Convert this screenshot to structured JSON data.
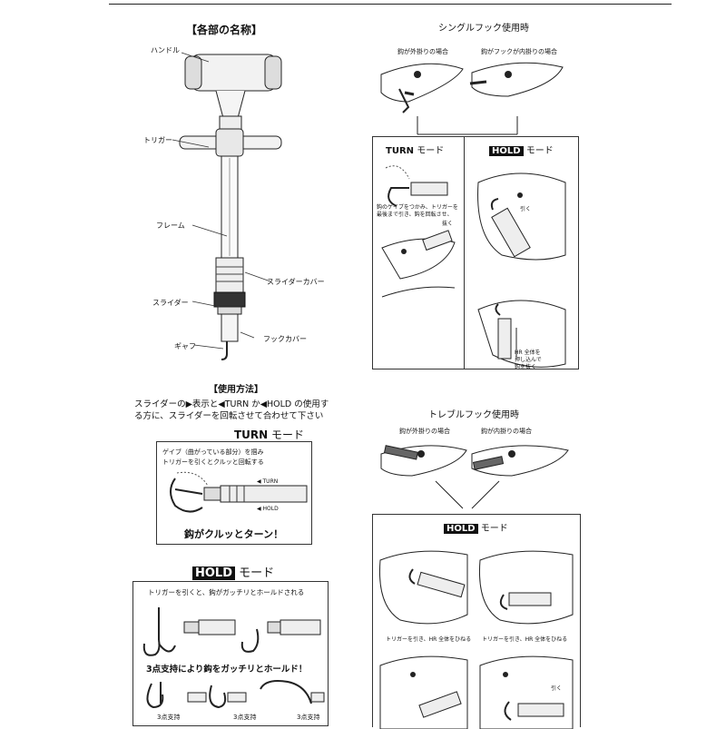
{
  "parts": {
    "title": "【各部の名称】",
    "handle": "ハンドル",
    "trigger": "トリガー",
    "frame": "フレーム",
    "slider_cover": "スライダーカバー",
    "slider": "スライダー",
    "gaff": "ギャフ",
    "hook_cover": "フックカバー"
  },
  "usage": {
    "title": "【使用方法】",
    "line1": "スライダーの▶表示と◀TURN か◀HOLD の使用す",
    "line2": "る方に、スライダーを回転させて合わせて下さい"
  },
  "turn_mode": {
    "badge": "TURN",
    "suffix": "モード",
    "note_line1": "ゲイブ（曲がっている部分）を掴み",
    "note_line2": "トリガーを引くとクルッと回転する",
    "caption": "鈎がクルッとターン！",
    "tool_label_turn": "◀ TURN",
    "tool_label_hold": "◀ HOLD"
  },
  "hold_mode": {
    "badge": "HOLD",
    "suffix": "モード",
    "note": "トリガーを引くと、鈎がガッチリとホールドされる",
    "caption": "3点支持により鈎をガッチリとホールド！",
    "support_label": "3点支持"
  },
  "single_hook": {
    "title": "シングルフック使用時",
    "outside": "鈎が外掛りの場合",
    "inside": "鈎がフックが内掛りの場合",
    "turn_badge": "TURN",
    "hold_badge": "HOLD",
    "mode_suffix": "モード",
    "turn_note_line1": "鈎のゲイブをつかみ、トリガーを",
    "turn_note_line2": "最後まで引き、鈎を回転させ、",
    "pull_out": "抜く",
    "pull": "引く",
    "push_line1": "HR 全体を",
    "push_line2": "押し込んで",
    "push_line3": "鈎を抜く"
  },
  "treble_hook": {
    "title": "トレブルフック使用時",
    "outside": "鈎が外掛りの場合",
    "inside": "鈎が内掛りの場合",
    "hold_badge": "HOLD",
    "mode_suffix": "モード",
    "note_left": "トリガーを引き、HR 全体をひねる",
    "note_right": "トリガーを引き、HR 全体をひねる",
    "pull": "引く"
  }
}
